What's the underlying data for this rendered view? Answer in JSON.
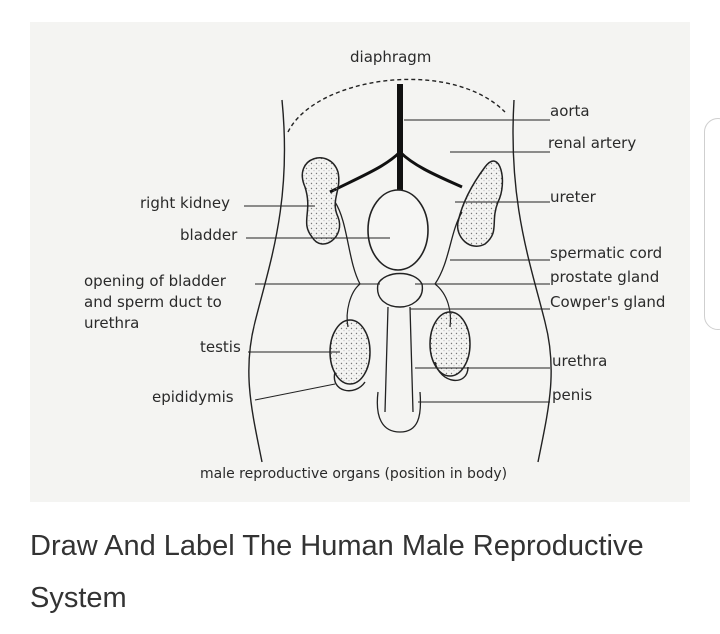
{
  "figure": {
    "labels": {
      "diaphragm": "diaphragm",
      "aorta": "aorta",
      "renal_artery": "renal artery",
      "ureter": "ureter",
      "spermatic_cord": "spermatic cord",
      "prostate_gland": "prostate gland",
      "cowpers_gland": "Cowper's gland",
      "urethra": "urethra",
      "penis": "penis",
      "right_kidney": "right kidney",
      "bladder": "bladder",
      "opening_line1": "opening of bladder",
      "opening_line2": "and sperm duct to",
      "opening_line3": "urethra",
      "testis": "testis",
      "epididymis": "epididymis"
    },
    "caption": "male reproductive organs (position in body)"
  },
  "page": {
    "title": "Draw And Label The Human Male Reproductive System"
  }
}
